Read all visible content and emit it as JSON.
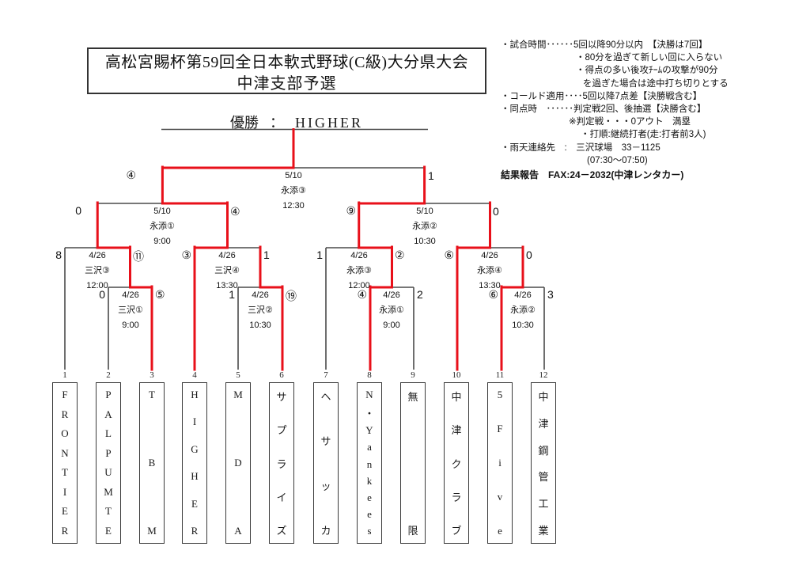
{
  "title": {
    "line1": "高松宮賜杯第59回全日本軟式野球(C級)大分県大会",
    "line2": "中津支部予選"
  },
  "champion": {
    "label": "優勝",
    "separator": "：",
    "name": "HIGHER"
  },
  "rules": {
    "lines": [
      "・試合時間･･････5回以降90分以内　【決勝は7回】",
      "・80分を過ぎて新しい回に入らない",
      "・得点の多い後攻ﾁｰﾑの攻撃が90分",
      "を過ぎた場合は途中打ち切りとする",
      "・コールド適用････5回以降7点差【決勝戦含む】",
      "・同点時　･･････判定戦2回、後抽選【決勝含む】",
      "※判定戦・・・0アウト　満塁",
      "・打順:継続打者(走:打者前3人)",
      "・雨天連絡先　:　三沢球場　33－1125",
      "(07:30～07:50)",
      "結果報告　FAX:24－2032(中津レンタカー)"
    ]
  },
  "matches": {
    "final": {
      "date": "5/10",
      "venue": "永添③",
      "time": "12:30",
      "score_left": "④",
      "score_right": "1"
    },
    "sf1": {
      "date": "5/10",
      "venue": "永添①",
      "time": "9:00",
      "score_left": "0",
      "score_right": "④"
    },
    "sf2": {
      "date": "5/10",
      "venue": "永添②",
      "time": "10:30",
      "score_left": "⑨",
      "score_right": "0"
    },
    "qf1": {
      "date": "4/26",
      "venue": "三沢③",
      "time": "12:00",
      "score_left": "8",
      "score_right": "⑪"
    },
    "qf2": {
      "date": "4/26",
      "venue": "三沢④",
      "time": "13:30",
      "score_left": "③",
      "score_right": "1"
    },
    "qf3": {
      "date": "4/26",
      "venue": "永添③",
      "time": "12:00",
      "score_left": "1",
      "score_right": "②"
    },
    "qf4": {
      "date": "4/26",
      "venue": "永添④",
      "time": "13:30",
      "score_left": "⑥",
      "score_right": "0"
    },
    "r1_23": {
      "date": "4/26",
      "venue": "三沢①",
      "time": "9:00",
      "score_left": "0",
      "score_right": "⑤"
    },
    "r1_56": {
      "date": "4/26",
      "venue": "三沢②",
      "time": "10:30",
      "score_left": "1",
      "score_right": "⑲"
    },
    "r1_89": {
      "date": "4/26",
      "venue": "永添①",
      "time": "9:00",
      "score_left": "④",
      "score_right": "2"
    },
    "r1_1112": {
      "date": "4/26",
      "venue": "永添②",
      "time": "10:30",
      "score_left": "⑥",
      "score_right": "3"
    }
  },
  "teams": [
    {
      "seed": "1",
      "name": "FRONTIER"
    },
    {
      "seed": "2",
      "name": "PALPUMTE"
    },
    {
      "seed": "3",
      "name": "TBM"
    },
    {
      "seed": "4",
      "name": "HIGHER"
    },
    {
      "seed": "5",
      "name": "MDA"
    },
    {
      "seed": "6",
      "name": "サプライズ"
    },
    {
      "seed": "7",
      "name": "ヘサッカ"
    },
    {
      "seed": "8",
      "name": "N・Yankees"
    },
    {
      "seed": "9",
      "name": "無限"
    },
    {
      "seed": "10",
      "name": "中津クラブ"
    },
    {
      "seed": "11",
      "name": "5Five"
    },
    {
      "seed": "12",
      "name": "中津鋼管工業"
    }
  ],
  "colors": {
    "winner_path": "#e8101a",
    "line": "#4a4a4a"
  }
}
